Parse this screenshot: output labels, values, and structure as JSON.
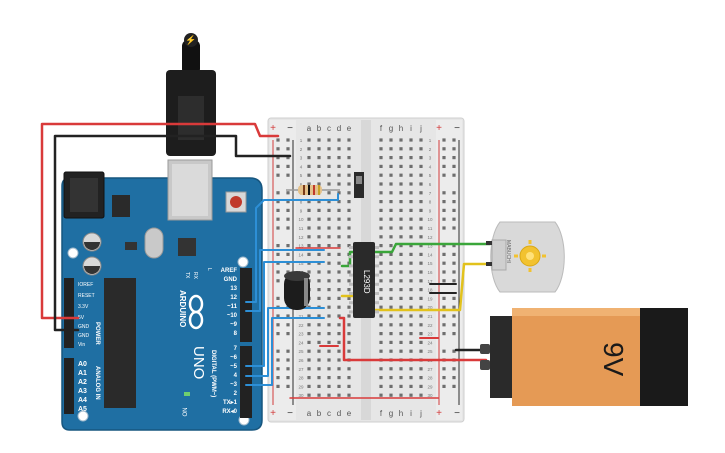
{
  "arduino": {
    "brand": "ARDUINO",
    "model": "UNO",
    "power_header": [
      "IOREF",
      "RESET",
      "3.3V",
      "5V",
      "GND",
      "GND",
      "Vin"
    ],
    "power_label": "POWER",
    "analog_header": [
      "A0",
      "A1",
      "A2",
      "A3",
      "A4",
      "A5"
    ],
    "analog_label": "ANALOG IN",
    "digital_top": [
      "AREF",
      "GND",
      "13",
      "12",
      "~11",
      "~10",
      "~9",
      "8"
    ],
    "digital_bottom": [
      "7",
      "~6",
      "~5",
      "4",
      "~3",
      "2",
      "TX▸1",
      "RX◂0"
    ],
    "digital_label": "DIGITAL (PWM~)",
    "led_labels": [
      "TX",
      "RX",
      "L"
    ],
    "on_label": "ON"
  },
  "breadboard": {
    "columns_left": [
      "a",
      "b",
      "c",
      "d",
      "e"
    ],
    "columns_right": [
      "f",
      "g",
      "h",
      "i",
      "j"
    ],
    "rail_plus": "+",
    "rail_minus": "−",
    "row_count": 30
  },
  "chip": {
    "label": "L293D"
  },
  "motor": {
    "brand": "MABUCHI"
  },
  "battery": {
    "label": "9V"
  }
}
